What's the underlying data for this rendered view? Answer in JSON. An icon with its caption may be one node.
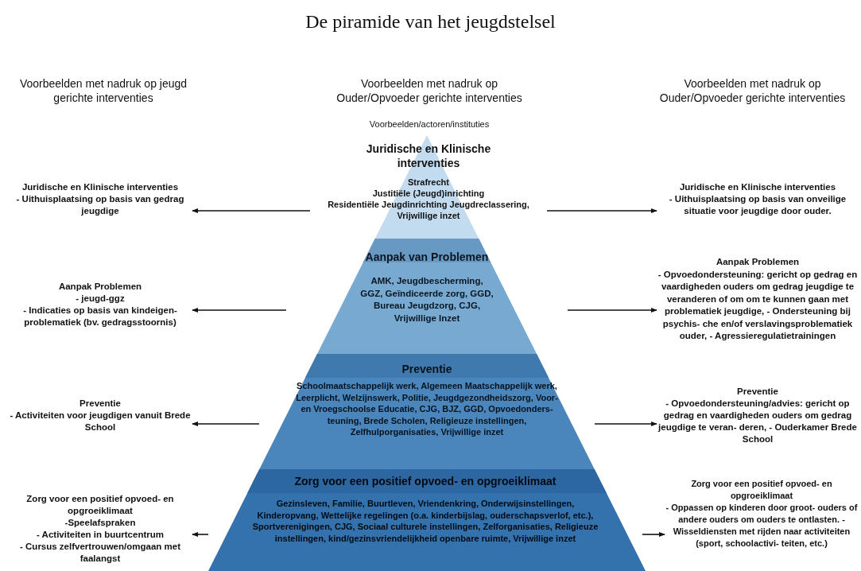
{
  "diagram": {
    "title": "De piramide van het jeugdstelsel",
    "nodes": [
      {
        "text": [
          "Juridische en Klinische interventies",
          "- Uithuisplaatsing op basis van gedrag jeugdige"
        ]
      },
      {
        "text": [
          "Juridische en Klinische interventies",
          "Strafrecht",
          "Justitiële (Jeugd)inrichting",
          "Residentiële Jeugdinrichting Jeugdreclassering,",
          "Vrijwillige inzet"
        ]
      },
      {
        "text": [
          "Juridische en Klinische interventies",
          "- Uithuisplaatsing op basis van onveilige situatie voor jeugdige door ouder."
        ]
      },
      {
        "text": [
          "Aanpak Problemen",
          "- jeugd-ggz",
          "- Indicaties op basis van kindeigen- problematiek (bv. gedragsstoornis)"
        ]
      },
      {
        "text": [
          "Aanpak van Problemen",
          "AMK, Jeugdbescherming, GGZ, Geïndiceerde zorg, GGD, Bureau Jeugdzorg, CJG, Vrijwillige Inzet"
        ]
      },
      {
        "text": [
          "Aanpak Problemen",
          "- Opvoedondersteuning: gericht op gedrag en vaardigheden ouders om gedrag jeugdige te veranderen of om om te kunnen gaan met problematiek jeugdige, - Ondersteuning bij psychis- che en/of verslavingsproblematiek ouder, - Agressieregulatietrainingen"
        ]
      },
      {
        "text": [
          "Preventie",
          "- Activiteiten voor jeugdigen vanuit Brede School"
        ]
      },
      {
        "text": [
          "Preventie",
          "Schoolmaatschappelijk werk, Algemeen Maatschappelijk werk, Leerplicht, Welzijnswerk, Politie, Jeugdgezondheidszorg, Voor- en Vroegschoolse Educatie, CJG, BJZ, GGD, Opvoedonders- teuning, Brede Scholen, Religieuze instellingen, Zelfhulporganisaties, Vrijwillige inzet"
        ]
      },
      {
        "text": [
          "Preventie",
          "- Opvoedondersteuning/advies: gericht op gedrag en vaardigheden ouders om gedrag jeugdige te veran- deren, - Ouderkamer Brede School"
        ]
      },
      {
        "text": [
          "Zorg voor een positief opvoed- en opgroeiklimaat",
          "-Speelafspraken",
          "- Activiteiten in buurtcentrum",
          "- Cursus zelfvertrouwen/omgaan met faalangst"
        ]
      },
      {
        "text": [
          "Zorg voor een positief opvoed- en opgroeiklimaat",
          "Gezinsleven, Familie, Buurtleven, Vriendenkring, Onderwijsinstellingen, Kinderopvang, Wettelijke regelingen (o.a. kinderbijslag, ouderschapsverlof, etc.), Sportverenigingen, CJG, Sociaal culturele instellingen, Zelforganisaties, Religieuze instellingen, kind/gezinsvriendelijkheid openbare ruimte, Vrijwillige inzet"
        ]
      },
      {
        "text": [
          "Zorg voor een positief opvoed- en opgroeiklimaat",
          "- Oppassen op kinderen door groot- ouders of andere ouders om ouders te ontlasten. - Wisseldiensten met rijden naar activiteiten (sport, schoolactivi- teiten, etc.)"
        ]
      }
    ],
    "edges": [
      {
        "from": 1,
        "to": 0,
        "arrow": "to"
      },
      {
        "from": 1,
        "to": 2,
        "arrow": "to"
      },
      {
        "from": 4,
        "to": 3,
        "arrow": "to"
      },
      {
        "from": 4,
        "to": 5,
        "arrow": "to"
      },
      {
        "from": 7,
        "to": 6,
        "arrow": "to"
      },
      {
        "from": 7,
        "to": 8,
        "arrow": "to"
      },
      {
        "from": 10,
        "to": 9,
        "arrow": "to"
      },
      {
        "from": 10,
        "to": 11,
        "arrow": "to"
      }
    ],
    "labels": [
      "Voorbeelden met nadruk op jeugd gerichte interventies",
      "Voorbeelden met nadruk op Ouder/Opvoeder gerichte interventies",
      "Voorbeelden met nadruk op Ouder/Opvoeder gerichte interventies",
      "Voorbeelden/actoren/instituties"
    ]
  }
}
